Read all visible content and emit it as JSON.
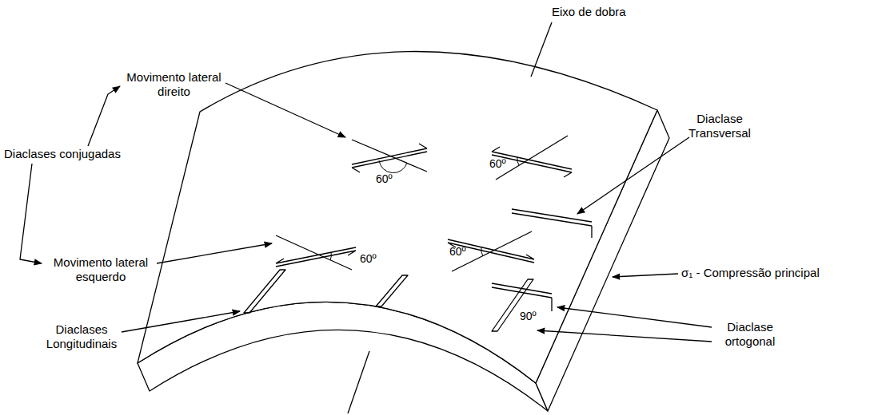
{
  "diagram": {
    "labels": [
      "Eixo de dobra",
      "Movimento lateral direito",
      "Diaclases conjugadas",
      "Diaclase Transversal",
      "60º",
      "60º",
      "60º",
      "60º",
      "Movimento lateral esquerdo",
      "σ₁ - Compressão principal",
      "Diaclases Longitudinais",
      "90º",
      "Diaclase ortogonal"
    ]
  }
}
